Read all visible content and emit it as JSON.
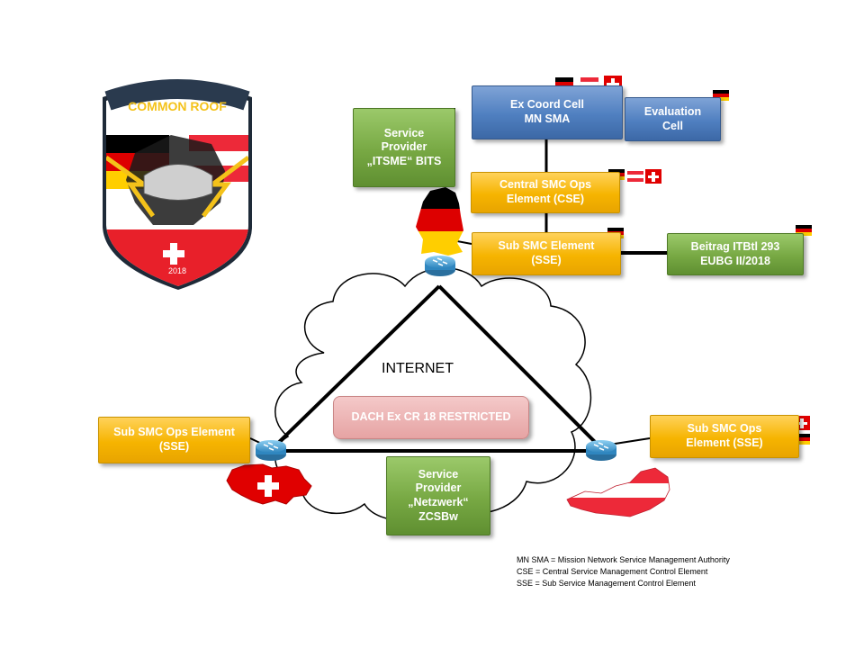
{
  "patch": {
    "title": "COMMON ROOF",
    "year": "2018"
  },
  "nodes": {
    "ex_coord_cell": "Ex Coord Cell\nMN SMA",
    "evaluation_cell": "Evaluation\nCell",
    "service_provider_itsme": "Service\nProvider\n„ITSME“ BITS",
    "central_smc": "Central SMC Ops\nElement (CSE)",
    "sub_smc_element": "Sub SMC Element\n(SSE)",
    "beitrag": "Beitrag ITBtl 293\nEUBG II/2018",
    "sub_smc_ops_left": "Sub SMC Ops Element\n(SSE)",
    "sub_smc_ops_right": "Sub SMC Ops\nElement (SSE)",
    "service_provider_netzwerk": "Service\nProvider\n„Netzwerk“\nZCSBw",
    "dach": "DACH Ex CR 18 RESTRICTED"
  },
  "internet_label": "INTERNET",
  "legend": [
    "MN SMA = Mission Network Service Management Authority",
    "CSE = Central Service Management Control Element",
    "SSE = Sub Service Management Control Element"
  ],
  "colors": {
    "yellow": "#f6b400",
    "green": "#77a843",
    "blue": "#4f7fc0",
    "pink": "#e6a3a3",
    "router": "#4fa3d9",
    "germany": [
      "#000000",
      "#dd0000",
      "#ffce00"
    ],
    "austria": [
      "#ed2939",
      "#ffffff"
    ],
    "switzerland": [
      "#ff0000",
      "#ffffff"
    ]
  }
}
